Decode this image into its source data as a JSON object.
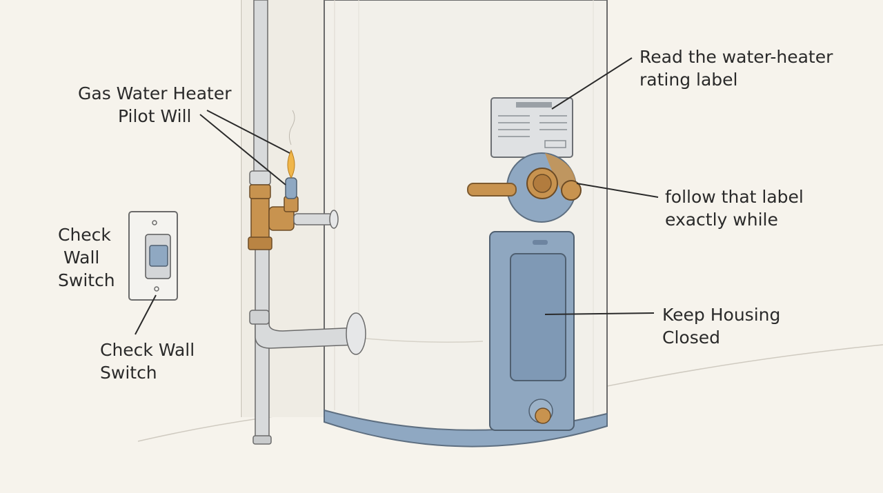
{
  "title": "",
  "labels": {
    "gas_pilot": {
      "line1": "Gas Water Heater",
      "line2": "Pilot Will"
    },
    "rating_label": {
      "line1": "Read the water-heater",
      "line2": "rating label"
    },
    "wall_switch_upper": {
      "line1": "Check",
      "line2": "Wall",
      "line3": "Switch"
    },
    "wall_switch_lower": {
      "line1": "Check Wall",
      "line2": "Switch"
    },
    "follow_label": {
      "line1": "follow that label",
      "line2": "exactly while"
    },
    "keep_housing": {
      "line1": "Keep Housing",
      "line2": "Closed"
    }
  },
  "colors": {
    "background": "#f6f3ec",
    "tank": "#f2f0ea",
    "tank_base": "#8fa8c2",
    "brass": "#c8934f",
    "pipe": "#d8dadb",
    "panel": "#8fa7c0",
    "flame": "#f0b64a",
    "outline": "#5a5a5a"
  }
}
